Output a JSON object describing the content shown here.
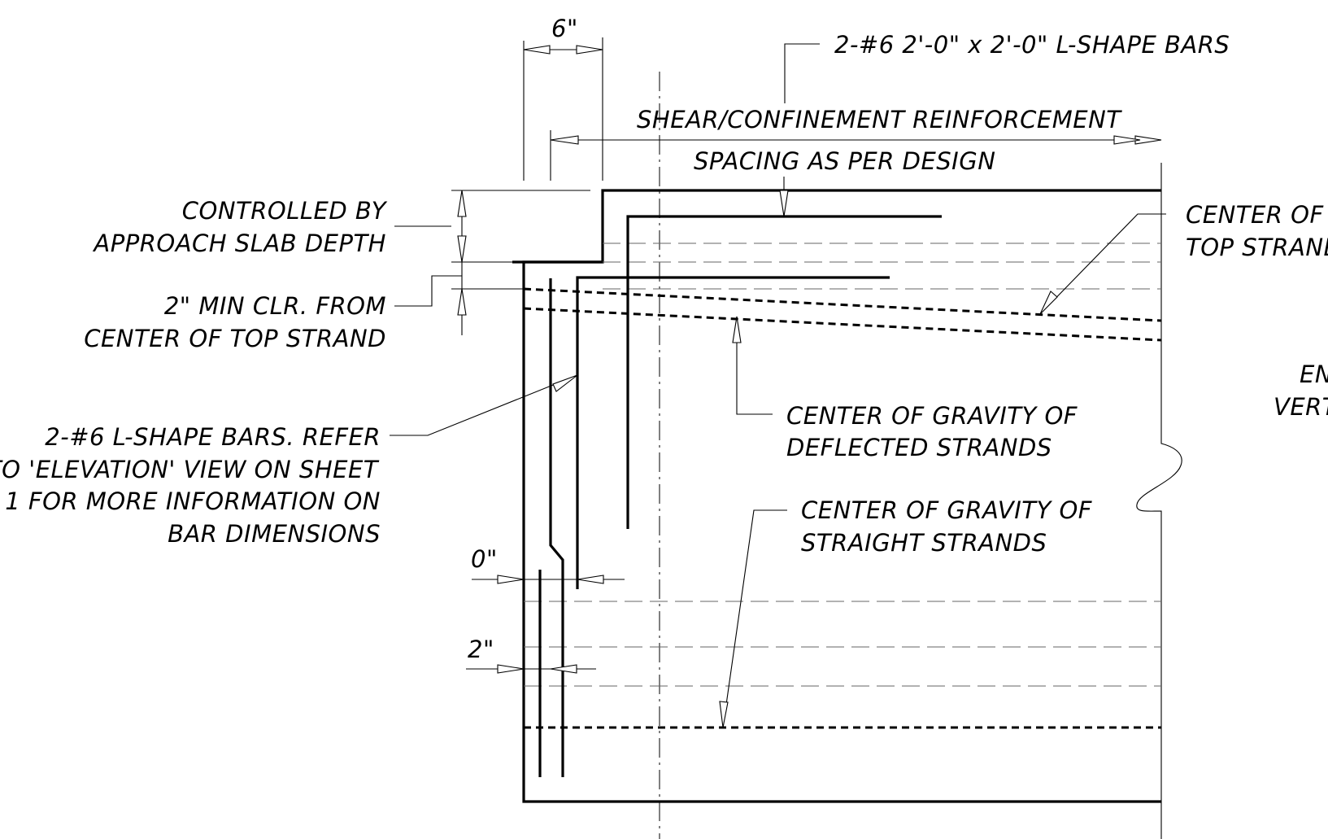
{
  "labels": {
    "dim_top_width": "6\"",
    "l_shape_bars_top": "2-#6 2'-0\" x 2'-0\" L-SHAPE BARS",
    "shear_line1": "SHEAR/CONFINEMENT REINFORCEMENT",
    "shear_line2": "SPACING AS PER DESIGN",
    "controlled_line1": "CONTROLLED BY",
    "controlled_line2": "APPROACH SLAB DEPTH",
    "min_clr_line1": "2\" MIN CLR. FROM",
    "min_clr_line2": "CENTER OF TOP STRAND",
    "center_top_line1": "CENTER OF",
    "center_top_line2": "TOP STRAND",
    "cut_text_line1": "EN",
    "cut_text_line2": "VERT",
    "cg_deflected_line1": "CENTER OF GRAVITY OF",
    "cg_deflected_line2": "DEFLECTED STRANDS",
    "l_bars_left_line1": "2-#6 L-SHAPE BARS. REFER",
    "l_bars_left_line2": "TO 'ELEVATION' VIEW ON SHEET",
    "l_bars_left_line3": "1 FOR MORE INFORMATION ON",
    "l_bars_left_line4": "BAR DIMENSIONS",
    "cg_straight_line1": "CENTER OF GRAVITY OF",
    "cg_straight_line2": "STRAIGHT STRANDS",
    "dim_zero": "0\"",
    "dim_two": "2\""
  }
}
